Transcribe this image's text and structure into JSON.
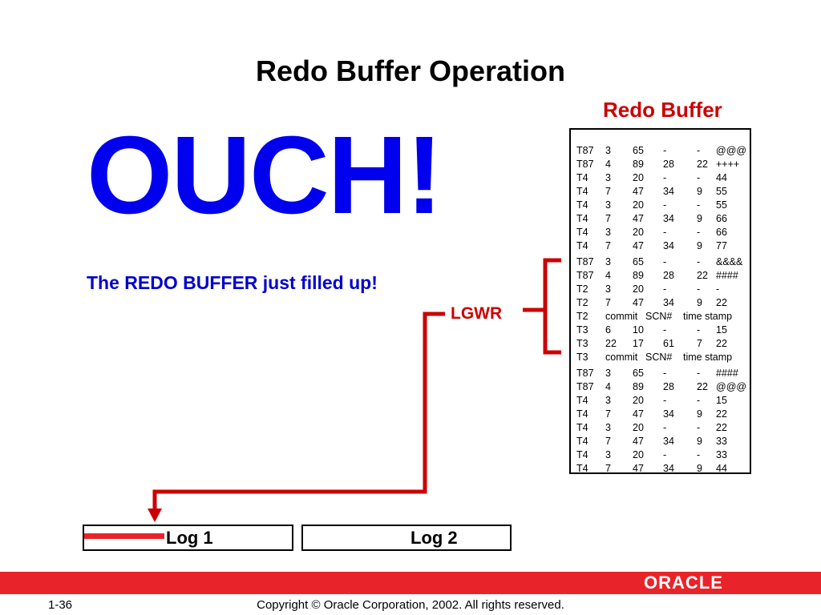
{
  "title": "Redo Buffer Operation",
  "ouch": "OUCH!",
  "subtitle": "The REDO BUFFER  just filled up!",
  "redo_buffer_label": "Redo Buffer",
  "lgwr_label": "LGWR",
  "buffer_rows": [
    [
      "T87",
      "3",
      "65",
      "-",
      "-",
      "@@@"
    ],
    [
      "T87",
      "4",
      "89",
      "28",
      "22",
      "++++"
    ],
    [
      "T4",
      "3",
      "20",
      "-",
      "-",
      "44"
    ],
    [
      "T4",
      "7",
      "47",
      "34",
      "9",
      "55"
    ],
    [
      "T4",
      "3",
      "20",
      "-",
      "-",
      "55"
    ],
    [
      "T4",
      "7",
      "47",
      "34",
      "9",
      "66"
    ],
    [
      "T4",
      "3",
      "20",
      "-",
      "-",
      "66"
    ],
    [
      "T4",
      "7",
      "47",
      "34",
      "9",
      "77"
    ],
    [
      "T87",
      "3",
      "65",
      "-",
      "-",
      "&&&&"
    ],
    [
      "T87",
      "4",
      "89",
      "28",
      "22",
      "####"
    ],
    [
      "T2",
      "3",
      "20",
      "-",
      "-",
      "-"
    ],
    [
      "T2",
      "7",
      "47",
      "34",
      "9",
      "22"
    ],
    [
      "T2",
      "commit",
      "SCN#",
      "time stamp"
    ],
    [
      "T3",
      "6",
      "10",
      "-",
      "-",
      "15"
    ],
    [
      "T3",
      "22",
      "17",
      "61",
      "7",
      "22"
    ],
    [
      "T3",
      "commit",
      "SCN#",
      "time stamp"
    ],
    [
      "T87",
      "3",
      "65",
      "-",
      "-",
      "####"
    ],
    [
      "T87",
      "4",
      "89",
      "28",
      "22",
      "@@@"
    ],
    [
      "T4",
      "3",
      "20",
      "-",
      "-",
      "15"
    ],
    [
      "T4",
      "7",
      "47",
      "34",
      "9",
      "22"
    ],
    [
      "T4",
      "3",
      "20",
      "-",
      "-",
      "22"
    ],
    [
      "T4",
      "7",
      "47",
      "34",
      "9",
      "33"
    ],
    [
      "T4",
      "3",
      "20",
      "-",
      "-",
      "33"
    ],
    [
      "T4",
      "7",
      "47",
      "34",
      "9",
      "44"
    ]
  ],
  "logs": [
    "Log 1",
    "Log 2"
  ],
  "footer": {
    "page_number": "1-36",
    "copyright": "Copyright © Oracle Corporation, 2002. All rights reserved.",
    "logo_text": "ORACLE"
  },
  "colors": {
    "title_text": "#000000",
    "ouch": "#0000ee",
    "subtitle": "#0000cc",
    "accent_red": "#cc0000",
    "footer_bar": "#e8242a"
  }
}
